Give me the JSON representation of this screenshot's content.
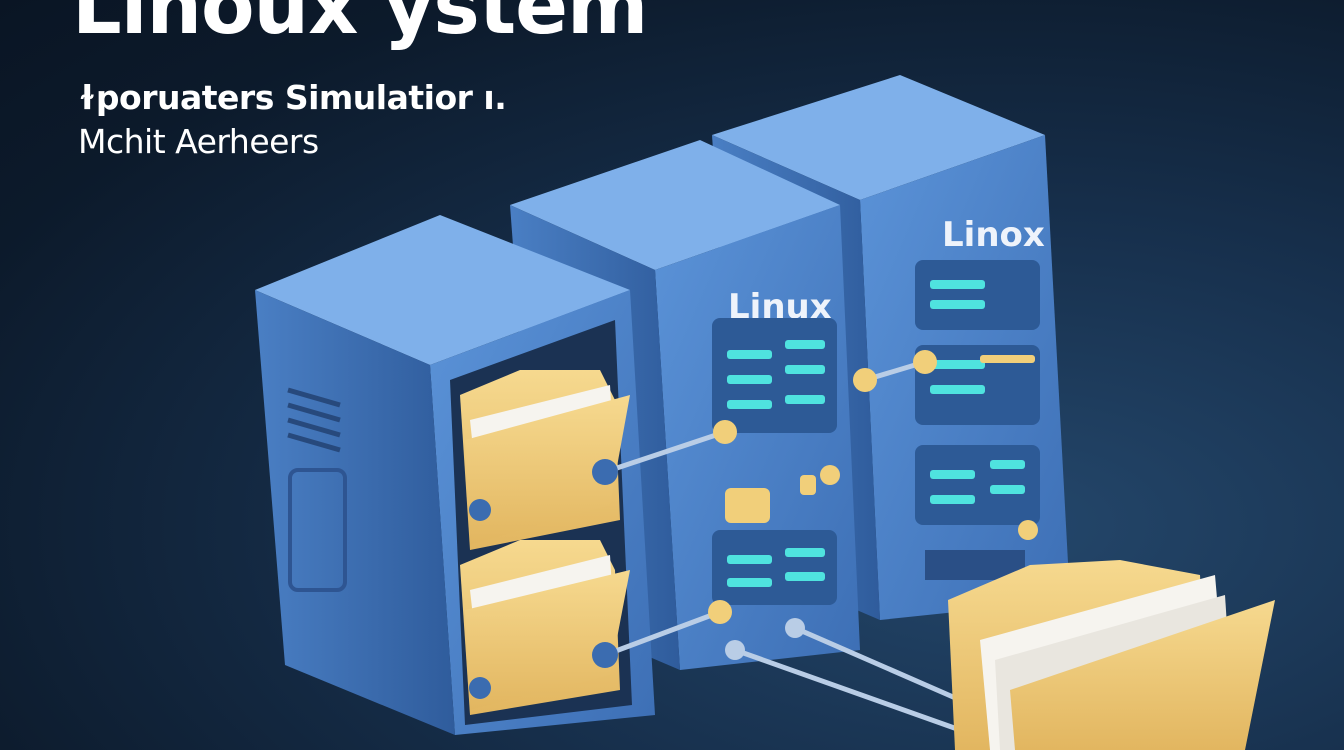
{
  "heading": {
    "title": "Linoux ystem",
    "subtitle": "ɫporuaters Simulatior ı.",
    "tagline": "Mchit Aerheers"
  },
  "servers": [
    {
      "label": ""
    },
    {
      "label": "Linux"
    },
    {
      "label": "Linox"
    }
  ],
  "colors": {
    "background": "#0c1a2b",
    "server_body": "#4f86cc",
    "screen_glow": "#4fe3df",
    "folder": "#f0c978",
    "connector_knob": "#f1cf7a"
  }
}
